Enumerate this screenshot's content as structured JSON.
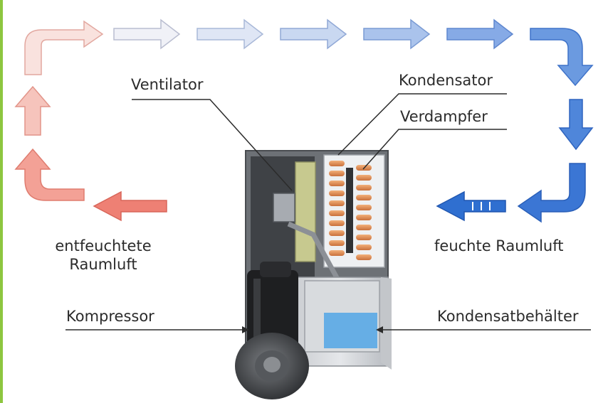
{
  "labels": {
    "ventilator": "Ventilator",
    "kondensator": "Kondensator",
    "verdampfer": "Verdampfer",
    "dry_air_line1": "entfeuchtete",
    "dry_air_line2": "Raumluft",
    "humid_air": "feuchte Raumluft",
    "kompressor": "Kompressor",
    "kondensatbehaelter": "Kondensatbehälter"
  },
  "colors": {
    "frame_accent": "#8dc63f",
    "warm_arrow": "#ee8074",
    "cool_arrow": "#2f6fd0",
    "water": "#5aa9e6"
  }
}
